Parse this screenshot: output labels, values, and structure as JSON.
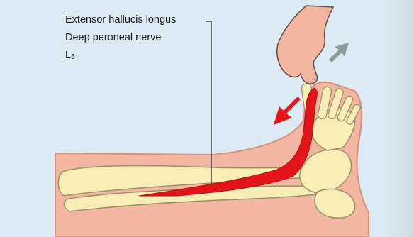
{
  "labels": {
    "muscle": "Extensor hallucis longus",
    "nerve": "Deep peroneal nerve",
    "root_letter": "L",
    "root_number": "5"
  },
  "colors": {
    "background": "#dceaf3",
    "skin": "#f2b6a1",
    "bone": "#f7eeb6",
    "bone_outline": "#9a8f6a",
    "muscle": "#e4141b",
    "arrow_red": "#e4141b",
    "arrow_grey": "#8a9a98"
  },
  "icons": {
    "pull_arrow": "arrow-down-left-icon",
    "direction_arrow": "arrow-up-right-icon"
  }
}
